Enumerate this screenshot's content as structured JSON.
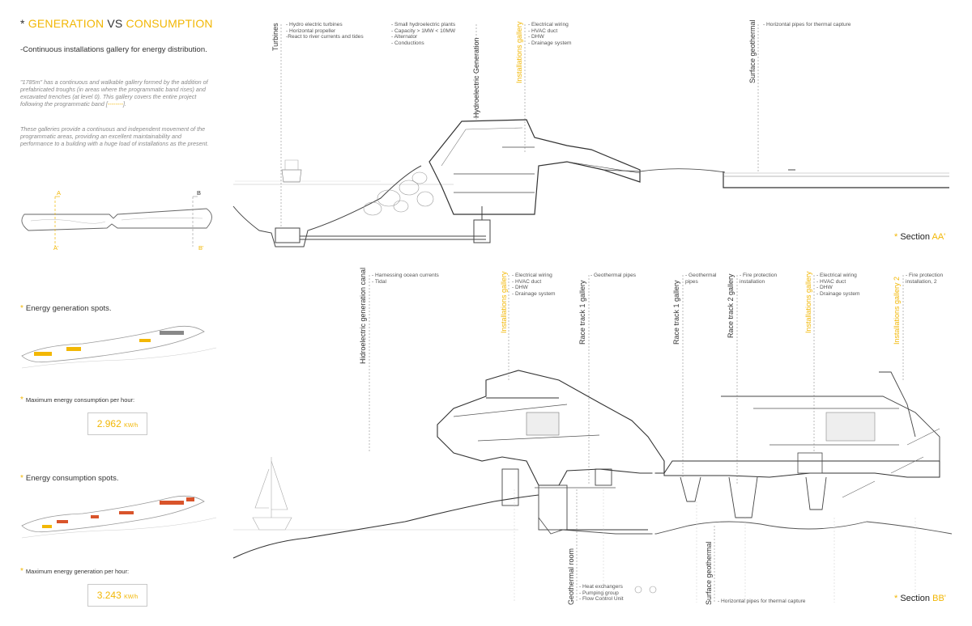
{
  "header": {
    "asterisk": "*",
    "title_a": "GENERATION",
    "title_mid": "VS",
    "title_b": "CONSUMPTION",
    "subtitle": "-Continuous installations gallery for energy distribution."
  },
  "description": {
    "p1_text": "\"1785m\" has a continuous and walkable gallery formed by the addition of prefabricated troughs (in areas where the programmatic band rises) and excavated trenches (at level 0). This gallery covers the entire project following the programmatic band [",
    "p1_mark": "--------",
    "p1_end": "].",
    "p2": "These galleries provide a continuous and independent movement of the programmatic areas, providing an excellent maintainability and performance to a building with a huge load of installations as the present."
  },
  "key_plan": {
    "a_top": "A",
    "b_top": "B",
    "a_bot": "A'",
    "b_bot": "B'"
  },
  "stats": {
    "gen_spots": "Energy generation spots.",
    "max_consumption_label": "Maximum energy consumption per hour:",
    "max_consumption_value": "2.962",
    "unit": "KW/h",
    "cons_spots": "Energy consumption spots.",
    "max_generation_label": "Maximum energy generation per hour:",
    "max_generation_value": "3.243"
  },
  "section_aa": {
    "labels": {
      "turbines": "Turbines",
      "hydro": "Hydroelectric Generation",
      "gallery": "Installations gallery",
      "geo": "Surface geothermal"
    },
    "notes": {
      "turbines": [
        "- Hydro electric turbines",
        "- Horizontal propeller",
        "-React to river currents and tides"
      ],
      "hydro": [
        "- Small hydroelectric plants",
        "- Capacity > 1MW < 10MW",
        "- Alternator",
        "- Conductions"
      ],
      "gallery": [
        "- Electrical wiring",
        "- HVAC duct",
        "- DHW",
        "- Drainage system"
      ],
      "geo": [
        "- Horizontal pipes for thermal capture"
      ]
    },
    "section_word": "Section",
    "section_id": "AA'"
  },
  "section_bb": {
    "labels": {
      "canal": "Hidroelectric generation canal",
      "gallery1": "Installations gallery",
      "race1a": "Race track 1 gallery",
      "race1b": "Race track 1 gallery",
      "race2": "Race track 2 gallery",
      "gallery3": "Installations gallery",
      "gallery2": "Installations gallery 2",
      "geo_room": "Geothermal room",
      "surf_geo": "Surface geothermal"
    },
    "notes": {
      "canal": [
        "- Harnessing ocean currents",
        "- Tidal"
      ],
      "gallery1": [
        "- Electrical wiring",
        "- HVAC duct",
        "- DHW",
        "- Drainage system"
      ],
      "race1a": [
        "- Geothermal pipes"
      ],
      "race1b": [
        "- Geothermal",
        "pipes"
      ],
      "race2": [
        "- Fire protection",
        "installation"
      ],
      "gallery3": [
        "- Electrical wiring",
        "- HVAC duct",
        "- DHW",
        "- Drainage system"
      ],
      "gallery2": [
        "- Fire protection",
        "installation, 2"
      ],
      "geo_room": [
        "- Heat exchangers",
        "- Pumping group",
        "- Flow Control Unit"
      ],
      "surf_geo": [
        "- Horizontal pipes for thermal capture"
      ]
    },
    "section_word": "Section",
    "section_id": "BB'"
  },
  "colors": {
    "accent": "#f2b705",
    "line": "#555555",
    "light": "#bbbbbb"
  }
}
